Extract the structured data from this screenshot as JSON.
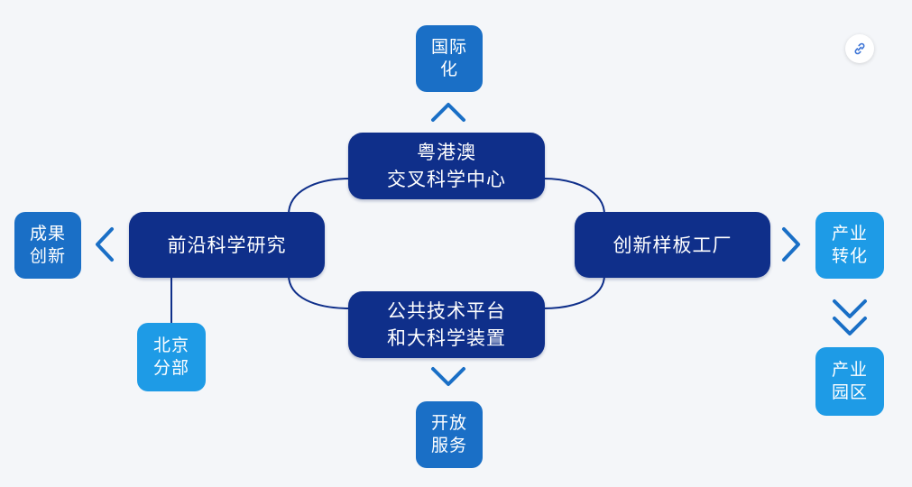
{
  "nodes": {
    "center_top": [
      "粤港澳",
      "交叉科学中心"
    ],
    "left": [
      "前沿科学研究"
    ],
    "right": [
      "创新样板工厂"
    ],
    "center_bottom": [
      "公共技术平台",
      "和大科学装置"
    ],
    "internationalization": [
      "国际",
      "化"
    ],
    "achievements_innovation": [
      "成果",
      "创新"
    ],
    "beijing_branch": [
      "北京",
      "分部"
    ],
    "open_services": [
      "开放",
      "服务"
    ],
    "industrialization": [
      "产业",
      "转化"
    ],
    "industrial_park": [
      "产业",
      "园区"
    ]
  },
  "colors": {
    "main": "#0f2f8a",
    "side_blue": "#1a6fc6",
    "side_cyan": "#1e9be6",
    "connector": "#0f2f8a"
  },
  "icons": {
    "share": "link-icon"
  }
}
